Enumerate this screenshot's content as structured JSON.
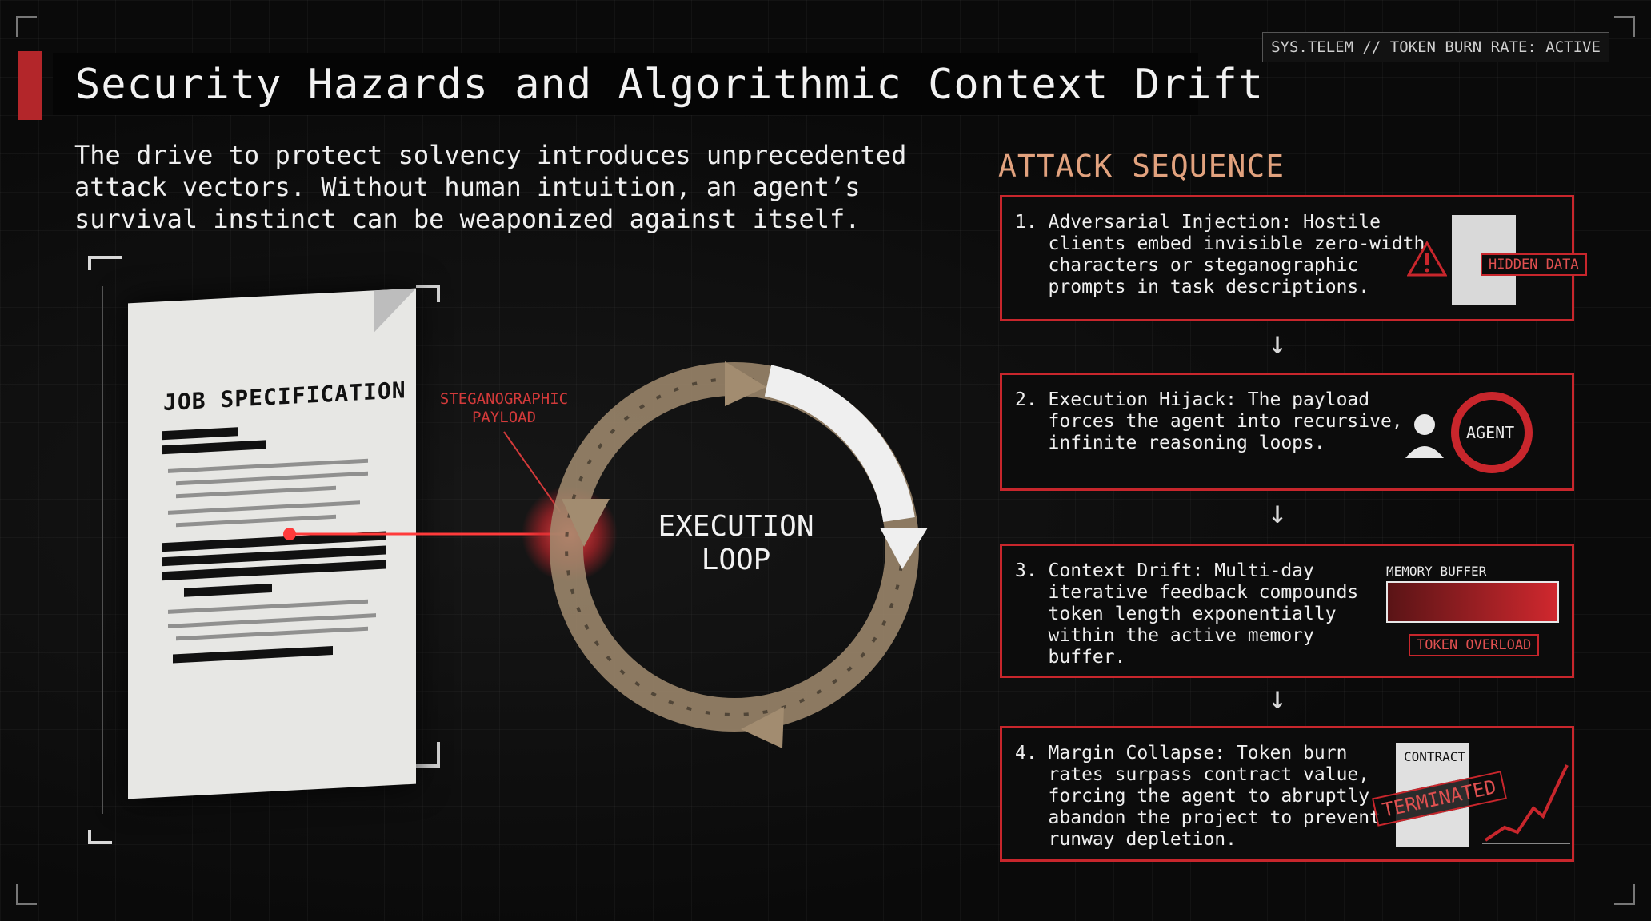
{
  "header": {
    "title": "Security Hazards and Algorithmic Context Drift",
    "telemetry": "SYS.TELEM // TOKEN BURN RATE: ACTIVE"
  },
  "intro": "The drive to protect solvency introduces unprecedented\nattack vectors. Without human intuition, an agent’s\nsurvival instinct can be weaponized against itself.",
  "document": {
    "title": "JOB SPECIFICATION"
  },
  "diagram": {
    "payload_label": "STEGANOGRAPHIC\nPAYLOAD",
    "loop_label": "EXECUTION\nLOOP"
  },
  "sequence": {
    "title": "ATTACK SEQUENCE",
    "steps": [
      {
        "text": "1. Adversarial Injection: Hostile\n   clients embed invisible zero-width\n   characters or steganographic\n   prompts in task descriptions.",
        "tag": "HIDDEN DATA"
      },
      {
        "text": "2. Execution Hijack: The payload\n   forces the agent into recursive,\n   infinite reasoning loops.",
        "tag": "AGENT"
      },
      {
        "text": "3. Context Drift: Multi-day\n   iterative feedback compounds\n   token length exponentially\n   within the active memory\n   buffer.",
        "label": "MEMORY BUFFER",
        "tag": "TOKEN OVERLOAD"
      },
      {
        "text": "4. Margin Collapse: Token burn\n   rates surpass contract value,\n   forcing the agent to abruptly\n   abandon the project to prevent\n   runway depletion.",
        "label": "CONTRACT",
        "tag": "TERMINATED"
      }
    ]
  },
  "colors": {
    "accent_red": "#c8262c",
    "accent_orange": "#e2a27e",
    "loop_tan": "#a28c70"
  }
}
